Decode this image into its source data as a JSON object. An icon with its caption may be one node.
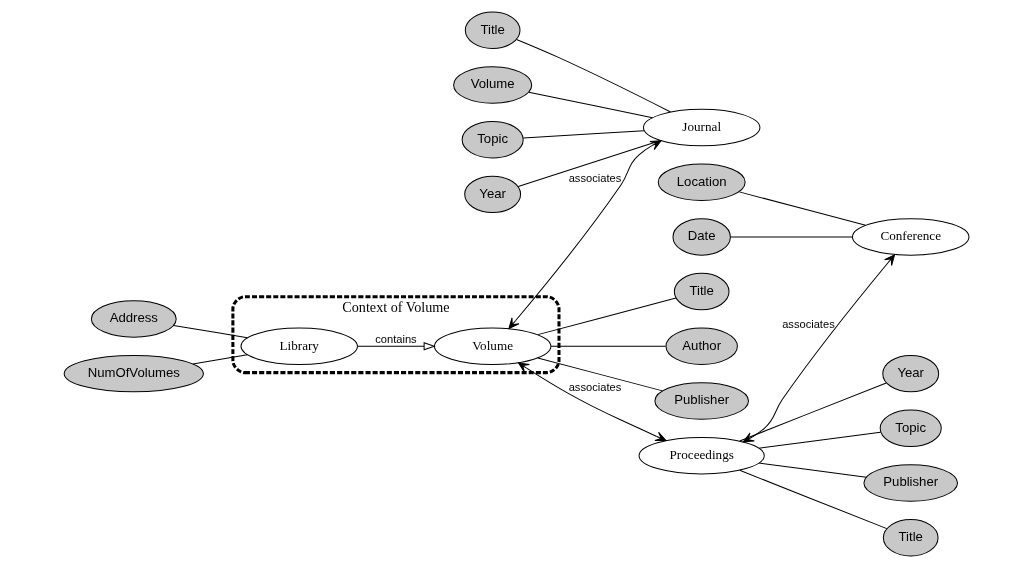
{
  "diagram": {
    "nodes": [
      {
        "text": [
          "Context of Volume"
        ]
      },
      {
        "text": [
          "Address"
        ]
      },
      {
        "text": [
          "NumOfVolumes"
        ]
      },
      {
        "text": [
          "Library"
        ],
        "in": 0
      },
      {
        "text": [
          "Volume"
        ],
        "in": 0
      },
      {
        "text": [
          "Title"
        ]
      },
      {
        "text": [
          "Author"
        ]
      },
      {
        "text": [
          "Publisher"
        ]
      },
      {
        "text": [
          "Title"
        ]
      },
      {
        "text": [
          "Volume"
        ]
      },
      {
        "text": [
          "Topic"
        ]
      },
      {
        "text": [
          "Year"
        ]
      },
      {
        "text": [
          "Journal"
        ]
      },
      {
        "text": [
          "Proceedings"
        ]
      },
      {
        "text": [
          "Year"
        ]
      },
      {
        "text": [
          "Topic"
        ]
      },
      {
        "text": [
          "Publisher"
        ]
      },
      {
        "text": [
          "Title"
        ]
      },
      {
        "text": [
          "Location"
        ]
      },
      {
        "text": [
          "Date"
        ]
      },
      {
        "text": [
          "Conference"
        ]
      }
    ],
    "edges": [
      {
        "from": 1,
        "to": 3,
        "arrow": "none"
      },
      {
        "from": 2,
        "to": 3,
        "arrow": "none"
      },
      {
        "from": 3,
        "to": 4,
        "arrow": "to",
        "label": "contains"
      },
      {
        "from": 4,
        "to": 12,
        "arrow": "both",
        "label": "associates"
      },
      {
        "from": 4,
        "to": 5,
        "arrow": "none"
      },
      {
        "from": 4,
        "to": 6,
        "arrow": "none"
      },
      {
        "from": 4,
        "to": 7,
        "arrow": "none"
      },
      {
        "from": 8,
        "to": 12,
        "arrow": "none"
      },
      {
        "from": 9,
        "to": 12,
        "arrow": "none"
      },
      {
        "from": 10,
        "to": 12,
        "arrow": "none"
      },
      {
        "from": 11,
        "to": 12,
        "arrow": "none"
      },
      {
        "from": 4,
        "to": 13,
        "arrow": "both",
        "label": "associates"
      },
      {
        "from": 13,
        "to": 14,
        "arrow": "none"
      },
      {
        "from": 13,
        "to": 15,
        "arrow": "none"
      },
      {
        "from": 13,
        "to": 16,
        "arrow": "none"
      },
      {
        "from": 13,
        "to": 17,
        "arrow": "none"
      },
      {
        "from": 13,
        "to": 20,
        "arrow": "both",
        "label": "associates"
      },
      {
        "from": 18,
        "to": 20,
        "arrow": "none"
      },
      {
        "from": 19,
        "to": 20,
        "arrow": "none"
      }
    ]
  }
}
